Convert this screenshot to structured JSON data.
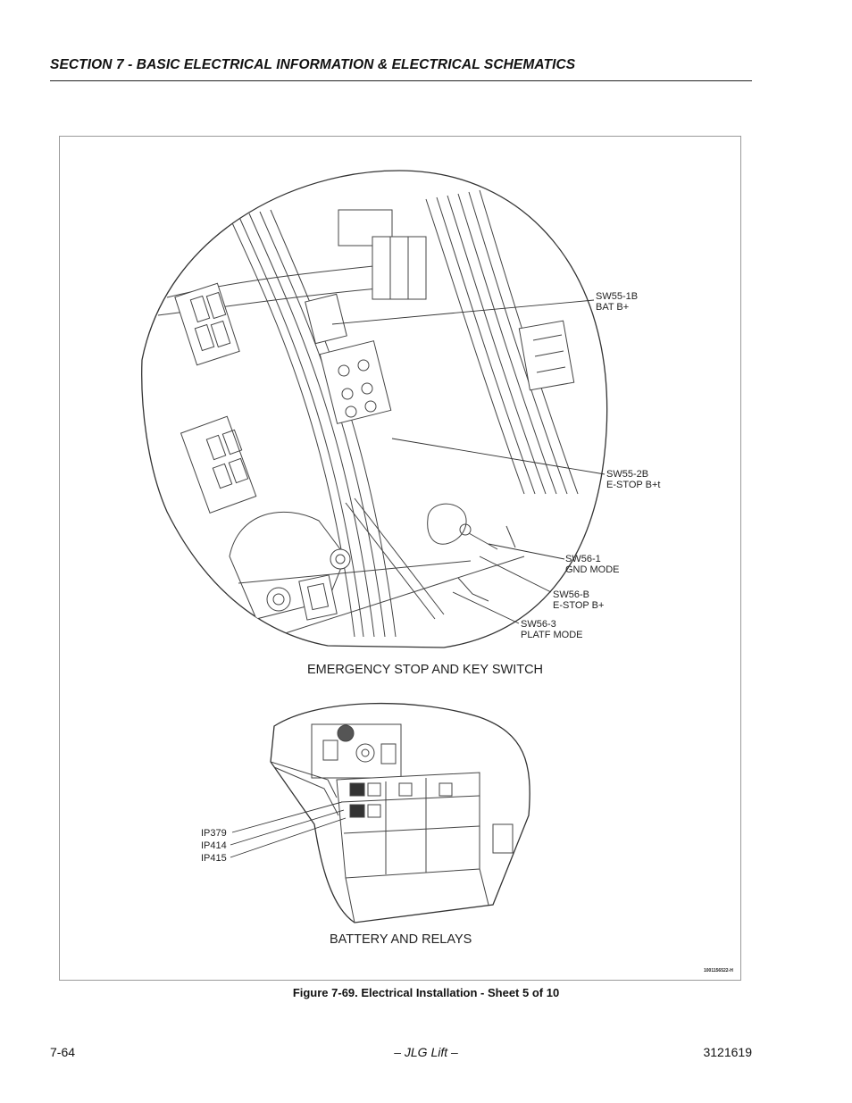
{
  "header": {
    "section_title": "SECTION 7 - BASIC ELECTRICAL INFORMATION & ELECTRICAL SCHEMATICS"
  },
  "figure": {
    "top_view": {
      "title": "EMERGENCY STOP AND KEY SWITCH",
      "callouts": [
        {
          "line1": "SW55-1B",
          "line2": "BAT B+"
        },
        {
          "line1": "SW55-2B",
          "line2": "E-STOP B+t"
        },
        {
          "line1": "SW56-1",
          "line2": "GND MODE"
        },
        {
          "line1": "SW56-B",
          "line2": "E-STOP B+"
        },
        {
          "line1": "SW56-3",
          "line2": "PLATF MODE"
        }
      ]
    },
    "bottom_view": {
      "title": "BATTERY AND RELAYS",
      "callouts": [
        "IP379",
        "IP414",
        "IP415"
      ]
    },
    "drawing_id": "1001156522-H",
    "caption": "Figure 7-69.  Electrical Installation - Sheet 5 of 10"
  },
  "footer": {
    "page_number": "7-64",
    "center_text": "– JLG Lift –",
    "doc_number": "3121619"
  }
}
